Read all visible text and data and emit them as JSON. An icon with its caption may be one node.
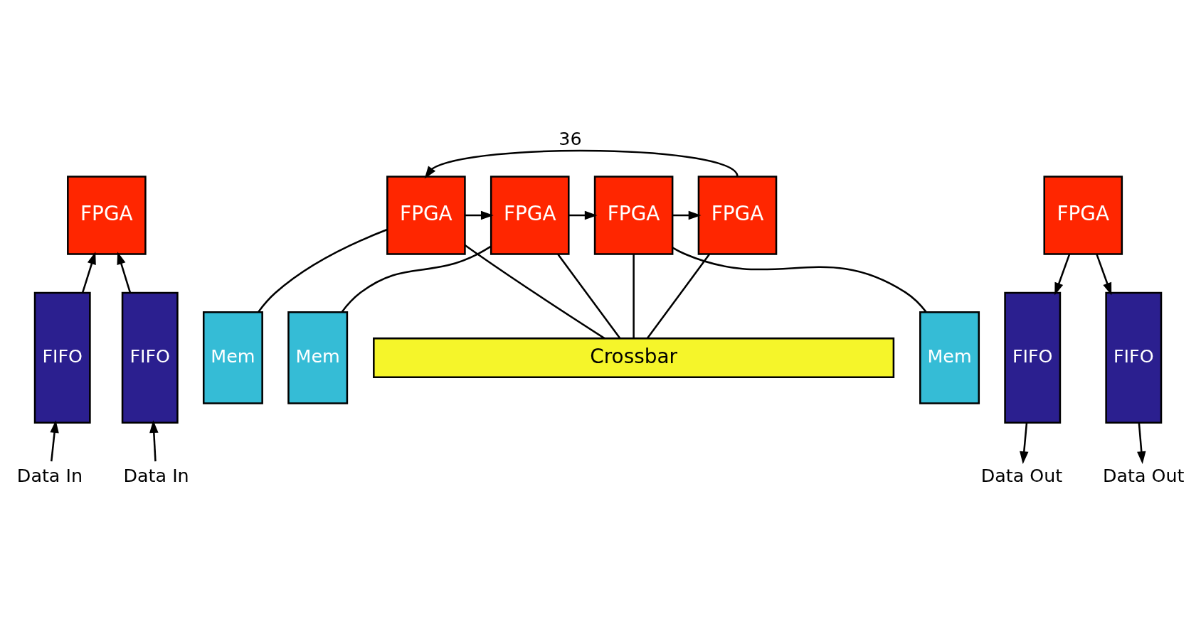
{
  "diagram": {
    "nodes": [
      {
        "text": [
          "FPGA"
        ]
      },
      {
        "text": [
          "FPGA"
        ]
      },
      {
        "text": [
          "FPGA"
        ]
      },
      {
        "text": [
          "FPGA"
        ]
      },
      {
        "text": [
          "FPGA"
        ]
      },
      {
        "text": [
          "FPGA"
        ]
      },
      {
        "text": [
          "Mem"
        ]
      },
      {
        "text": [
          "Mem"
        ]
      },
      {
        "text": [
          "Mem"
        ]
      },
      {
        "text": [
          "Crossbar"
        ]
      },
      {
        "text": [
          "FIFO"
        ]
      },
      {
        "text": [
          "FIFO"
        ]
      },
      {
        "text": [
          "FIFO"
        ]
      },
      {
        "text": [
          "FIFO"
        ]
      },
      {
        "text": [
          "Data In"
        ]
      },
      {
        "text": [
          "Data In"
        ]
      },
      {
        "text": [
          "Data Out"
        ]
      },
      {
        "text": [
          "Data Out"
        ]
      }
    ],
    "edges": [
      {
        "from": 14,
        "to": 10,
        "arrow": "to"
      },
      {
        "from": 15,
        "to": 11,
        "arrow": "to"
      },
      {
        "from": 10,
        "to": 0,
        "arrow": "to"
      },
      {
        "from": 11,
        "to": 0,
        "arrow": "to"
      },
      {
        "from": 1,
        "to": 2,
        "arrow": "to"
      },
      {
        "from": 2,
        "to": 3,
        "arrow": "to"
      },
      {
        "from": 3,
        "to": 4,
        "arrow": "to"
      },
      {
        "from": 4,
        "to": 1,
        "arrow": "to",
        "label": "36"
      },
      {
        "from": 1,
        "to": 6,
        "arrow": "none"
      },
      {
        "from": 2,
        "to": 7,
        "arrow": "none"
      },
      {
        "from": 3,
        "to": 8,
        "arrow": "none"
      },
      {
        "from": 1,
        "to": 9,
        "arrow": "none"
      },
      {
        "from": 2,
        "to": 9,
        "arrow": "none"
      },
      {
        "from": 3,
        "to": 9,
        "arrow": "none"
      },
      {
        "from": 4,
        "to": 9,
        "arrow": "none"
      },
      {
        "from": 5,
        "to": 12,
        "arrow": "to"
      },
      {
        "from": 5,
        "to": 13,
        "arrow": "to"
      },
      {
        "from": 12,
        "to": 16,
        "arrow": "to"
      },
      {
        "from": 13,
        "to": 17,
        "arrow": "to"
      }
    ]
  }
}
